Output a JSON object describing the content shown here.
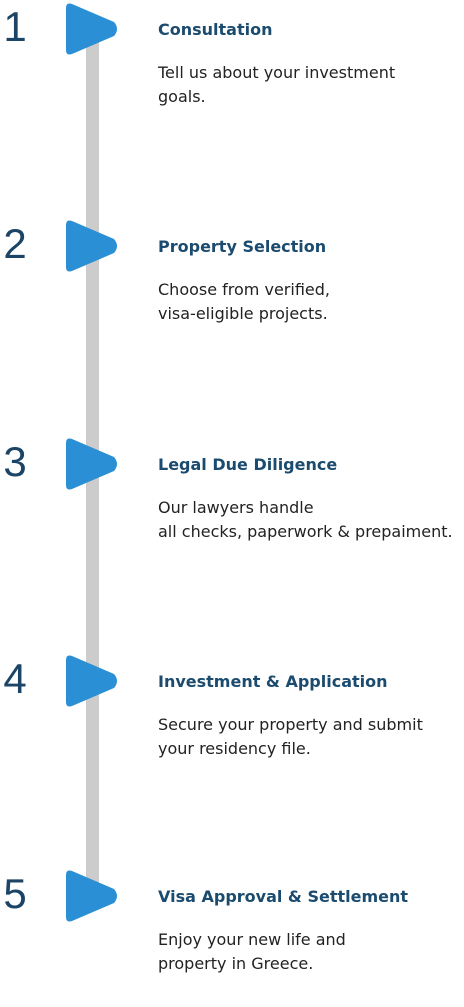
{
  "colors": {
    "marker": "#2b8fd6",
    "number": "#1b4466",
    "title": "#1b4b6e",
    "text": "#222222",
    "line": "#cccccc"
  },
  "steps": [
    {
      "number": "1",
      "title": "Consultation",
      "lines": [
        "Tell us about your investment",
        "goals."
      ]
    },
    {
      "number": "2",
      "title": "Property Selection",
      "lines": [
        "Choose from verified,",
        "visa-eligible projects."
      ]
    },
    {
      "number": "3",
      "title": "Legal Due Diligence",
      "lines": [
        "Our lawyers handle",
        "all checks, paperwork & prepaiment."
      ]
    },
    {
      "number": "4",
      "title": "Investment & Application",
      "lines": [
        "Secure your property and submit",
        "your residency file."
      ]
    },
    {
      "number": "5",
      "title": "Visa Approval & Settlement",
      "lines": [
        "Enjoy your new life and",
        "property in Greece."
      ]
    }
  ]
}
